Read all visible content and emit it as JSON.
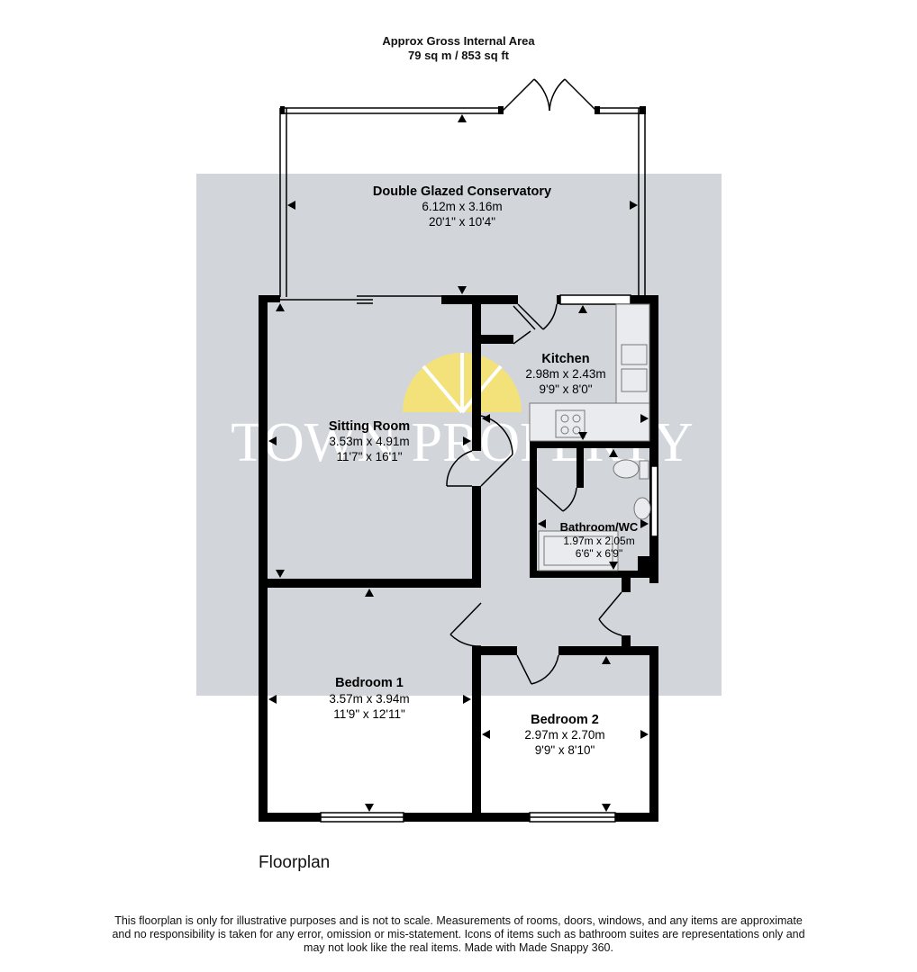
{
  "header": {
    "title": "Approx Gross Internal Area",
    "area": "79 sq m / 853 sq ft"
  },
  "watermark": {
    "text": "TOWN PROPERTY"
  },
  "rooms": [
    {
      "name": "Double Glazed Conservatory",
      "metric": "6.12m x 3.16m",
      "imperial": "20'1\" x 10'4\""
    },
    {
      "name": "Kitchen",
      "metric": "2.98m x 2.43m",
      "imperial": "9'9\" x 8'0\""
    },
    {
      "name": "Sitting Room",
      "metric": "3.53m x 4.91m",
      "imperial": "11'7\" x 16'1\""
    },
    {
      "name": "Bathroom/WC",
      "metric": "1.97m x 2.05m",
      "imperial": "6'6\" x 6'9\""
    },
    {
      "name": "Bedroom 1",
      "metric": "3.57m x 3.94m",
      "imperial": "11'9\" x 12'11\""
    },
    {
      "name": "Bedroom 2",
      "metric": "2.97m x 2.70m",
      "imperial": "9'9\" x 8'10\""
    }
  ],
  "caption": "Floorplan",
  "disclaimer": "This floorplan is only for illustrative purposes and is not to scale. Measurements of rooms, doors, windows, and any items are approximate and no responsibility is taken for any error, omission or mis-statement. Icons of items such as bathroom suites are representations only and may not look like the real items. Made with Made Snappy 360.",
  "colors": {
    "wall": "#000000",
    "watermark_band": "#d2d6db",
    "sun": "#f3e27a"
  }
}
